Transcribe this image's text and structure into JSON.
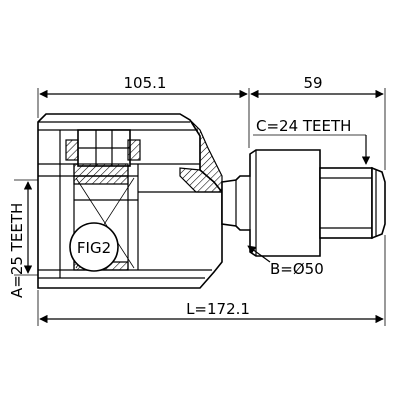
{
  "drawing": {
    "dim_top_left": "105.1",
    "dim_top_right": "59",
    "spline_outer": "C=24 TEETH",
    "diameter": "B=Ø50",
    "length": "L=172.1",
    "spline_inner": "A=25 TEETH",
    "figure_ref": "FIG2"
  }
}
